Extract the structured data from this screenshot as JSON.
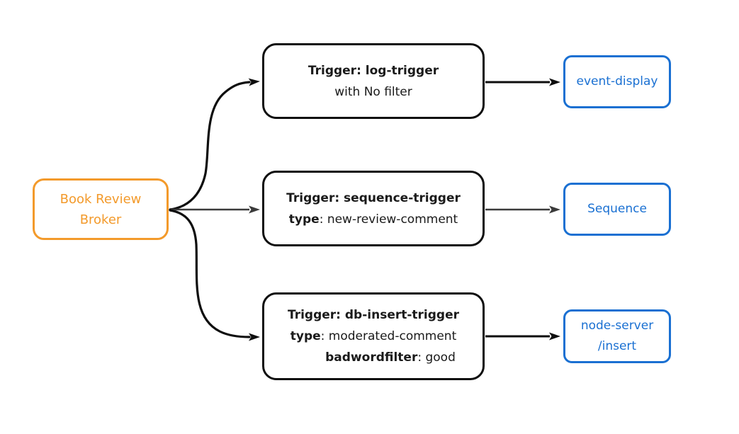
{
  "colors": {
    "broker_orange": "#F39A2B",
    "sink_blue": "#1A70D2",
    "trigger_border_black": "#0e0e0e",
    "edge_black": "#0e0e0e",
    "edge_gray": "#3b3b3b",
    "text_dark": "#1a1a1a",
    "background": "#ffffff"
  },
  "broker": {
    "line1": "Book Review",
    "line2": "Broker"
  },
  "triggers": [
    {
      "title": "Trigger: log-trigger",
      "subtitle": "with No filter"
    },
    {
      "title": "Trigger: sequence-trigger",
      "attr_key": "type",
      "attr_value": ": new-review-comment"
    },
    {
      "title": "Trigger: db-insert-trigger",
      "attr1_key": "type",
      "attr1_value": ": moderated-comment",
      "attr2_key": "badwordfilter",
      "attr2_value": ": good"
    }
  ],
  "sinks": [
    {
      "label": "event-display"
    },
    {
      "label": "Sequence"
    },
    {
      "line1": "node-server",
      "line2": "/insert"
    }
  ]
}
